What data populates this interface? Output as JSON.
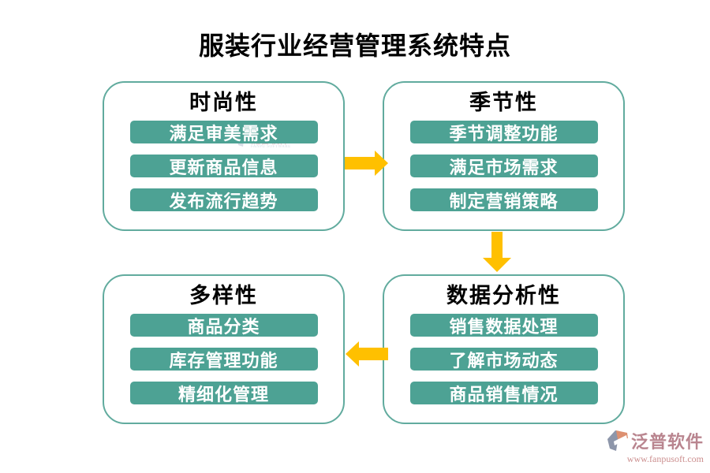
{
  "title": "服装行业经营管理系统特点",
  "boxes": [
    {
      "id": "fashion",
      "title": "时尚性",
      "items": [
        "满足审美需求",
        "更新商品信息",
        "发布流行趋势"
      ]
    },
    {
      "id": "seasonal",
      "title": "季节性",
      "items": [
        "季节调整功能",
        "满足市场需求",
        "制定营销策略"
      ]
    },
    {
      "id": "diversity",
      "title": "多样性",
      "items": [
        "商品分类",
        "库存管理功能",
        "精细化管理"
      ]
    },
    {
      "id": "data-analysis",
      "title": "数据分析性",
      "items": [
        "销售数据处理",
        "了解市场动态",
        "商品销售情况"
      ]
    }
  ],
  "arrows": [
    {
      "from": "fashion",
      "to": "seasonal",
      "direction": "right"
    },
    {
      "from": "seasonal",
      "to": "data-analysis",
      "direction": "down"
    },
    {
      "from": "data-analysis",
      "to": "diversity",
      "direction": "left"
    }
  ],
  "colors": {
    "box_border": "#61ab9e",
    "pill_background": "#4da294",
    "pill_text": "#ffffff",
    "arrow": "#ffc000",
    "title_text": "#000000",
    "brand_text": "#b9858f",
    "brand_url_text": "#cc8f8f"
  },
  "inner_watermark": {
    "cn": "泛普软件",
    "en": "FANPU SOFTWARE"
  },
  "brand": {
    "name": "泛普软件",
    "url": "www.fanpusoft.com"
  }
}
